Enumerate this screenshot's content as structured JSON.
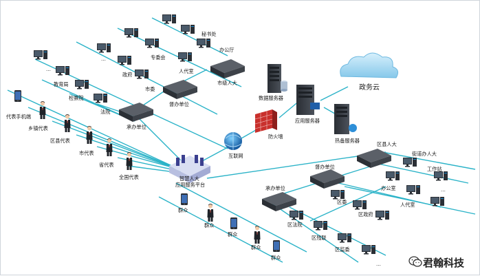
{
  "labels": {
    "secretariat": "秘书处",
    "office_hall": "办公厅",
    "special_committee": "专委会",
    "rep_room_top": "人代室",
    "city_npc": "市级人大",
    "edu_bureau": "教育局",
    "government": "政府",
    "procuratorate": "检察院",
    "city_committee": "市委",
    "court": "法院",
    "supervise_unit": "督办单位",
    "undertake_unit_left": "承办单位",
    "rep_mobile": "代表手机端",
    "town_rep": "乡镇代表",
    "county_rep": "区县代表",
    "city_rep": "市代表",
    "province_rep": "省代表",
    "national_rep": "全国代表",
    "data_server": "数据服务器",
    "app_server": "应用服务器",
    "backup_server": "热备服务器",
    "gov_cloud": "政务云",
    "firewall": "防火墙",
    "internet": "互联网",
    "platform_line1": "智慧人大",
    "platform_line2": "应用服务平台",
    "county_npc": "区县人大",
    "street_npc": "街道办人大",
    "workstation": "工作站",
    "office_room": "办公室",
    "rep_room_right": "人代室",
    "supervise_unit_right": "督办单位",
    "undertake_unit_right": "承办单位",
    "county_committee": "区委",
    "county_gov": "区政府",
    "county_court": "区法院",
    "disabled_fed": "区残联",
    "county_supervision": "区监委",
    "public1": "群众",
    "public2": "群众",
    "public3": "群众",
    "public4": "群众",
    "public5": "群众",
    "ellipsis1": "...",
    "ellipsis2": "...",
    "ellipsis3": "...",
    "ellipsis4": "...",
    "ellipsis5": "..."
  },
  "watermark": "君翰科技",
  "colors": {
    "line": "#2bb3c8",
    "server": "#3a3f47",
    "monitor_screen": "#5a2a2a",
    "firewall": "#d63a3a",
    "cloud": "#8fd0f0",
    "globe": "#1f6fb8"
  }
}
